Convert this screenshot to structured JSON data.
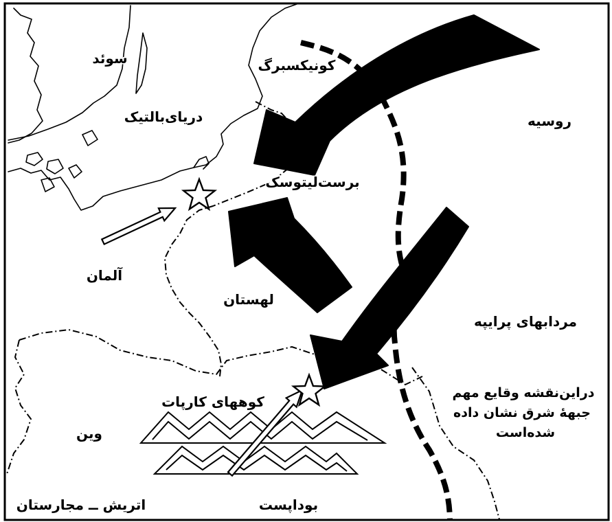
{
  "map": {
    "labels": {
      "sweden": "سوئد",
      "konigsberg": "کونیکسبرگ",
      "baltic_sea": "دریای‌بالتیک",
      "russia": "روسیه",
      "brest_litovsk": "برست‌لیتوسک",
      "germany": "آلمان",
      "poland": "لهستان",
      "pripet_marshes": "مردابهای پرایپه",
      "carpathians": "کوههای کارپات",
      "vienna": "وین",
      "austria_hungary": "اتریش ــ مجارستان",
      "budapest": "بوداپست"
    },
    "note": {
      "line1": "دراین‌نقشه وقایع مهم",
      "line2": "جبههٔ شرق نشان داده",
      "line3": "شده‌است"
    },
    "symbols": {
      "battle_marker": "star-icon",
      "offensive_arrow": "arrow-icon"
    },
    "colors": {
      "ink": "#000000",
      "paper": "#ffffff"
    }
  }
}
